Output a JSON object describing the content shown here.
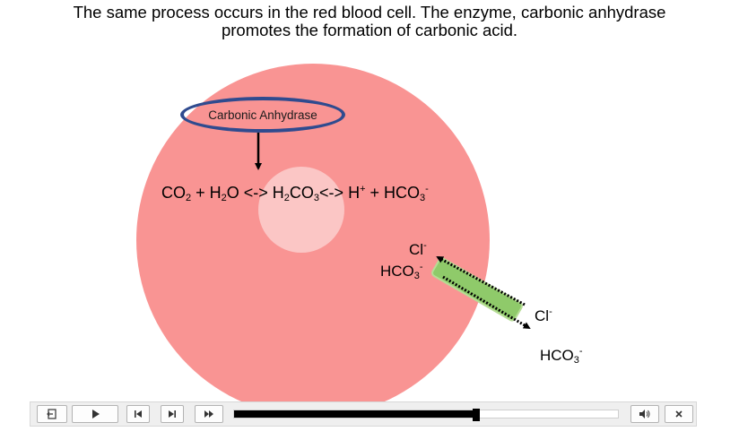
{
  "caption": {
    "line1": "The same process occurs in the red blood cell. The enzyme, carbonic anhydrase",
    "line2": "promotes the formation of carbonic acid."
  },
  "diagram": {
    "enzyme_label": "Carbonic Anhydrase",
    "equation": {
      "co": "CO",
      "co_sub": "2",
      "plus1": " + H",
      "h_sub": "2",
      "o_arrow": "O <-> H",
      "h2_sub": "2",
      "co3": "CO",
      "co3_sub": "3",
      "arrow2": "<-> H",
      "h_sup": "+",
      "plus2": " + HCO",
      "hco3_sub": "3",
      "hco3_sup": "-"
    },
    "inside": {
      "cl": "Cl",
      "cl_sup": "-",
      "hco": "HCO",
      "hco_sub": "3",
      "hco_sup": "-"
    },
    "outside": {
      "cl": "Cl",
      "cl_sup": "-",
      "hco": "HCO",
      "hco_sub": "3",
      "hco_sup": "-"
    },
    "colors": {
      "cell": "#f99493",
      "nucleus": "#fbc6c5",
      "enzyme_ring": "#2f4b8f",
      "channel": "#8fca6a"
    }
  },
  "controls": {
    "exit_icon": "exit-icon",
    "play_icon": "play-icon",
    "prev_icon": "skip-back-icon",
    "next_icon": "skip-forward-icon",
    "fast_forward_icon": "fast-forward-icon",
    "volume_icon": "volume-icon",
    "close_icon": "close-icon",
    "progress": 0.63
  }
}
